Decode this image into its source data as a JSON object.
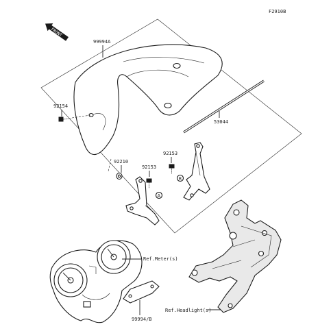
{
  "diagram": {
    "figure_code": "F2910B",
    "front_marker": "FRONT",
    "callouts": {
      "windshield": "99994A",
      "bolt_left": "92154",
      "rod": "53044",
      "bolt_right": "92153",
      "spacer": "92210",
      "bolt_center": "92153",
      "ref_meter": "Ref.Meter(s)",
      "bracket_lower": "99994/B",
      "ref_headlight": "Ref.Headlight(s)"
    },
    "markers": {
      "a_left": "A",
      "a_mid": "A",
      "b_left": "B",
      "b_right": "B"
    }
  }
}
